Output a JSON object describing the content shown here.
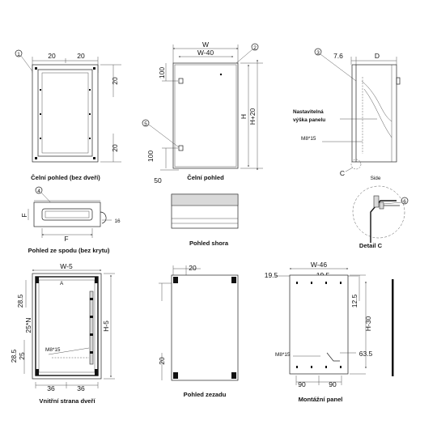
{
  "views": {
    "front_no_door": {
      "caption": "Čelní pohled (bez dveří)",
      "marker": "1",
      "dim_top_left": "20",
      "dim_top_right": "20",
      "dim_right_top": "20",
      "dim_right_bottom": "20"
    },
    "front": {
      "caption": "Čelní pohled",
      "marker_top": "2",
      "marker_side": "5",
      "dim_w": "W",
      "dim_w40": "W-40",
      "dim_100_top": "100",
      "dim_100_bottom": "100",
      "dim_h": "H",
      "dim_h20": "H+20",
      "dim_50": "50"
    },
    "side": {
      "caption": "Side",
      "marker": "3",
      "dim_76": "7.6",
      "dim_d": "D",
      "adjustable_label_1": "Nastavitelná",
      "adjustable_label_2": "výška panelu",
      "m8_label": "M8*15",
      "detail_letter": "C"
    },
    "bottom": {
      "caption": "Pohled ze spodu (bez krytu)",
      "marker": "4",
      "dim_f_left": "F",
      "dim_f_bottom": "F",
      "dim_16": "16"
    },
    "top": {
      "caption": "Pohled shora"
    },
    "detail_c": {
      "caption": "Detail C",
      "marker": "6"
    },
    "inner_door": {
      "caption": "Vnitřní strana dveří",
      "dim_w5": "W-5",
      "dim_285_top": "28.5",
      "dim_25n": "25*N",
      "dim_h5": "H-5",
      "m8_label": "M8*15",
      "dim_285_bottom": "28.5",
      "dim_25": "25",
      "dim_36_left": "36",
      "dim_36_right": "36"
    },
    "rear": {
      "caption": "Pohled zezadu",
      "dim_20_top": "20",
      "dim_20_side": "20"
    },
    "mounting_panel": {
      "caption": "Montážní panel",
      "dim_w46": "W-46",
      "dim_195_left": "19.5",
      "dim_195_right": "19.5",
      "dim_125": "12.5",
      "dim_h30": "H-30",
      "m8_label": "M8*15",
      "dim_635": "63.5",
      "dim_90_left": "90",
      "dim_90_right": "90"
    }
  }
}
